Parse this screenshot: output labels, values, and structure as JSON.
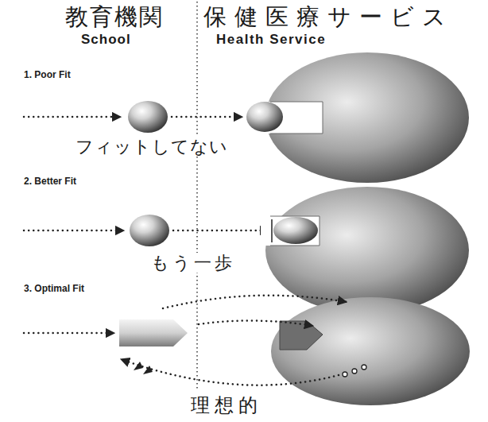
{
  "diagram": {
    "labels": [
      "教育機関",
      "保健医療サービス",
      "School",
      "Health Service",
      "1. Poor Fit",
      "フィットしてない",
      "2. Better Fit",
      "もう一歩",
      "3. Optimal Fit",
      "理想的"
    ]
  }
}
